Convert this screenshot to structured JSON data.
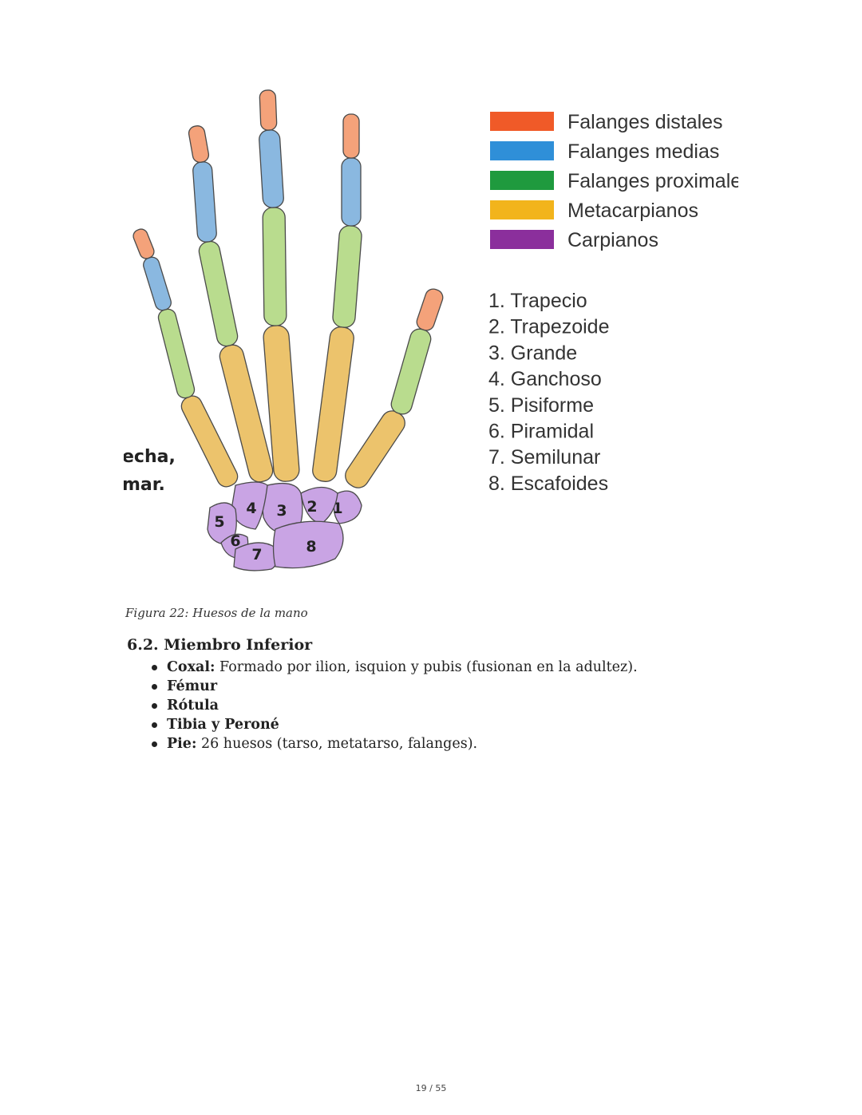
{
  "figure": {
    "legend": [
      {
        "label": "Falanges distales",
        "color": "#f05a28"
      },
      {
        "label": "Falanges medias",
        "color": "#2f8fd8"
      },
      {
        "label": "Falanges proximales",
        "color": "#1f9a3e"
      },
      {
        "label": "Metacarpianos",
        "color": "#f2b41c"
      },
      {
        "label": "Carpianos",
        "color": "#8b2f9c"
      }
    ],
    "carpal_list": [
      "1. Trapecio",
      "2. Trapezoide",
      "3. Grande",
      "4. Ganchoso",
      "5. Pisiforme",
      "6. Piramidal",
      "7. Semilunar",
      "8. Escafoides"
    ],
    "carpal_numbers": [
      "1",
      "2",
      "3",
      "4",
      "5",
      "6",
      "7",
      "8"
    ],
    "cropped_text": [
      "echa,",
      "mar."
    ],
    "bone_colors": {
      "distal": "#f4a27a",
      "middle": "#8ab8e0",
      "proximal": "#b9dc8e",
      "metacarpal": "#ecc36c",
      "carpal": "#c9a4e4"
    }
  },
  "caption": "Figura 22: Huesos de la mano",
  "section": {
    "title": "6.2. Miembro Inferior",
    "items": [
      {
        "term": "Coxal:",
        "desc": " Formado por ilion, isquion y pubis (fusionan en la adultez)."
      },
      {
        "term": "Fémur",
        "desc": ""
      },
      {
        "term": "Rótula",
        "desc": ""
      },
      {
        "term": "Tibia y Peroné",
        "desc": ""
      },
      {
        "term": "Pie:",
        "desc": " 26 huesos (tarso, metatarso, falanges)."
      }
    ]
  },
  "page_number": "19 / 55"
}
